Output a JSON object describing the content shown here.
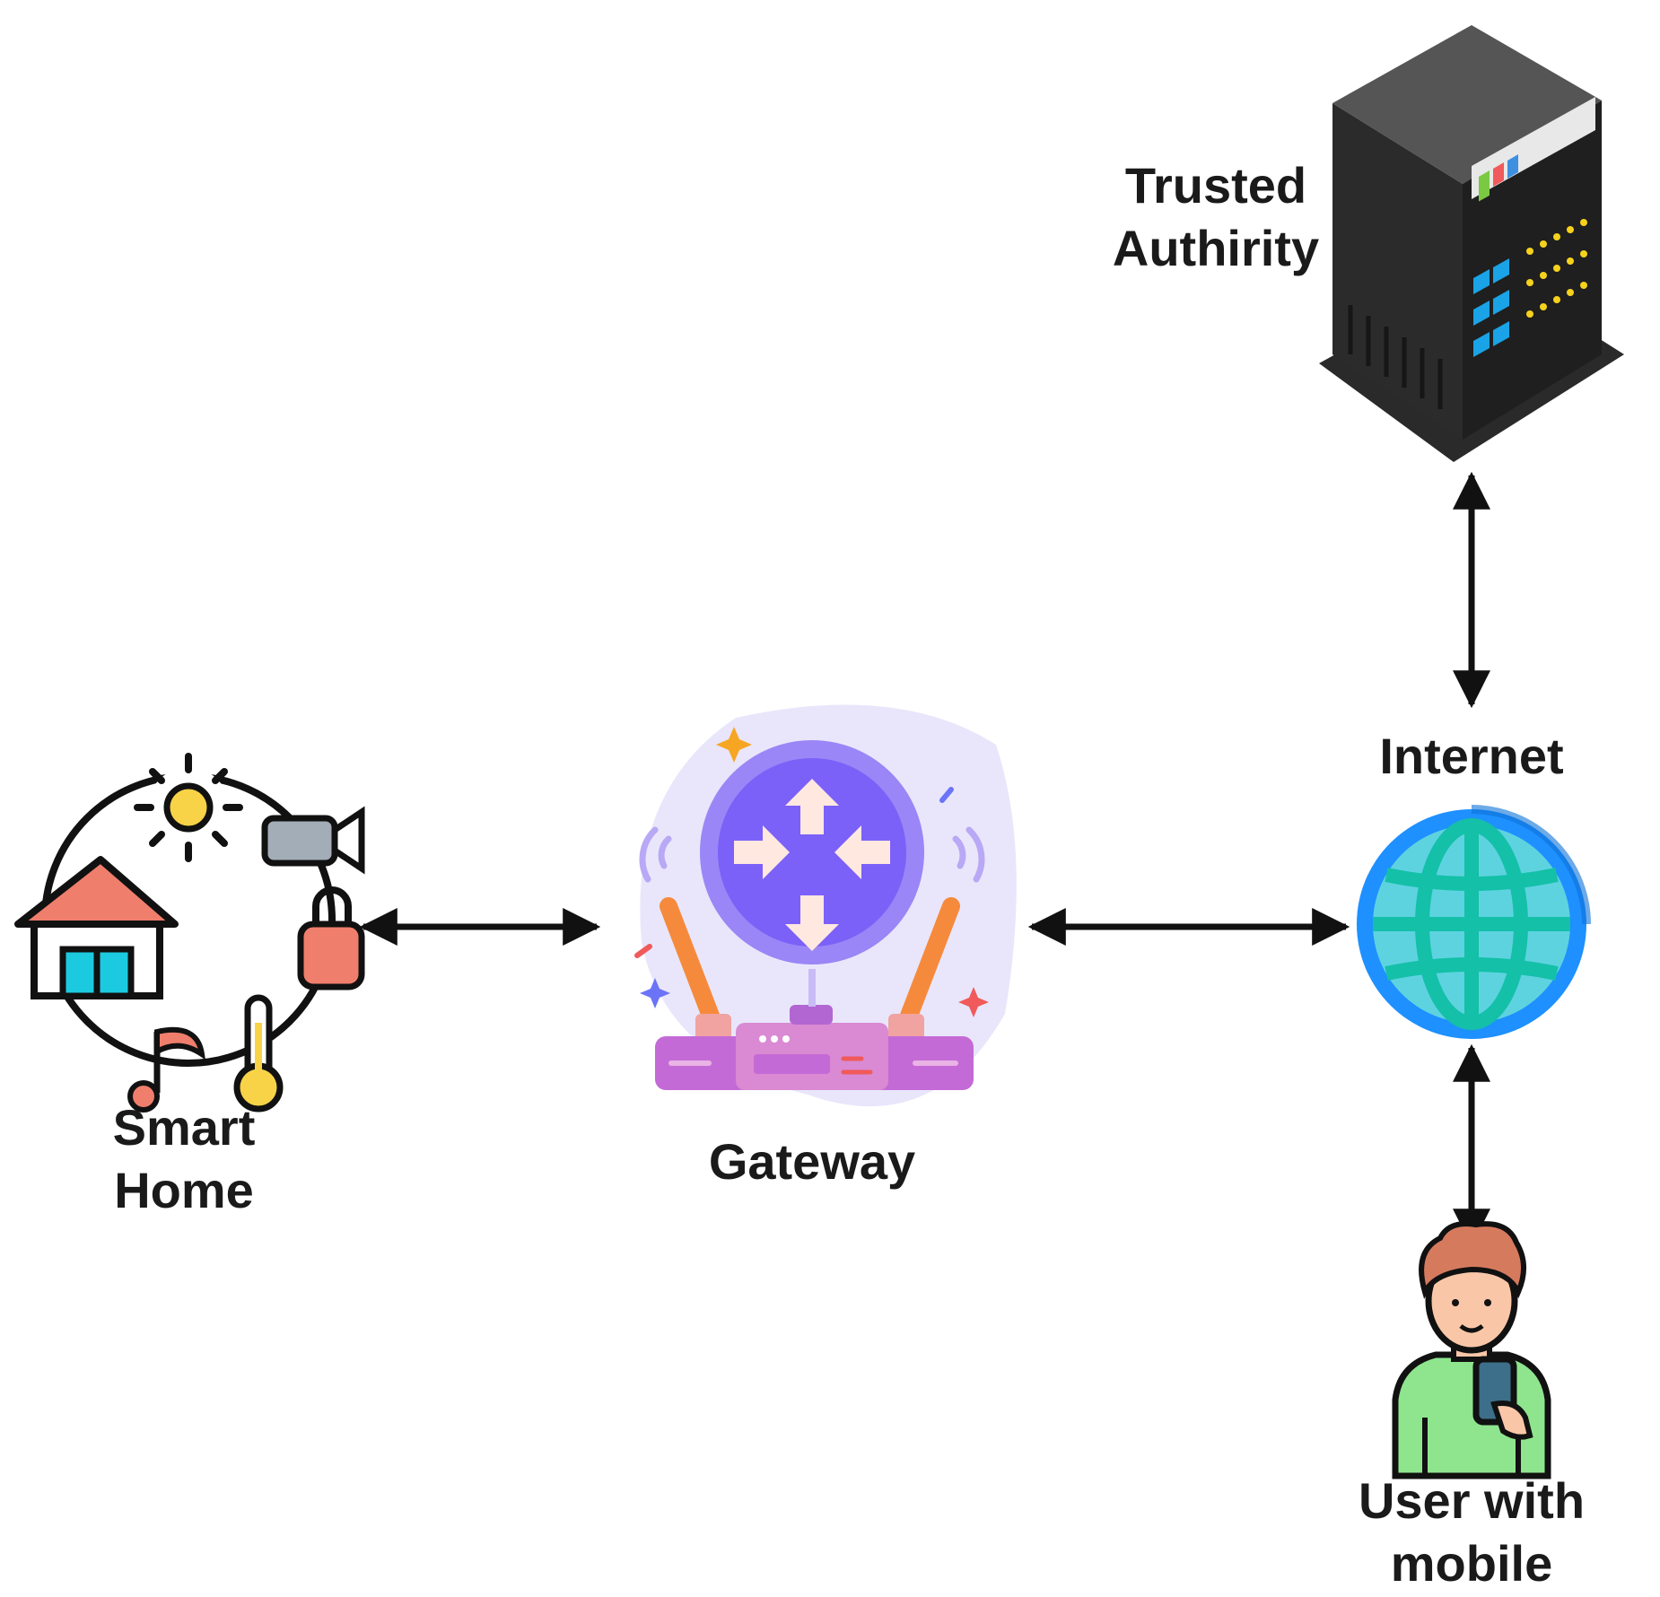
{
  "nodes": {
    "trusted_authority": {
      "lines": [
        "Trusted",
        "Authirity"
      ],
      "icon": "server-icon"
    },
    "internet": {
      "lines": [
        "Internet"
      ],
      "icon": "globe-icon"
    },
    "gateway": {
      "lines": [
        "Gateway"
      ],
      "icon": "router-icon"
    },
    "smart_home": {
      "lines": [
        "Smart",
        "Home"
      ],
      "icon": "smart-home-icon"
    },
    "user": {
      "lines": [
        "User with",
        "mobile"
      ],
      "icon": "user-with-phone-icon"
    }
  },
  "edges": [
    {
      "from": "smart_home",
      "to": "gateway",
      "direction": "bidirectional"
    },
    {
      "from": "gateway",
      "to": "internet",
      "direction": "bidirectional"
    },
    {
      "from": "internet",
      "to": "trusted_authority",
      "direction": "bidirectional"
    },
    {
      "from": "internet",
      "to": "user",
      "direction": "bidirectional"
    }
  ],
  "colors": {
    "arrow": "#111111",
    "globe_ring": "#1e90ff",
    "globe_fill": "#5ed3e0",
    "globe_lines": "#14c0a8",
    "router_circle": "#7b61f8",
    "router_base": "#c46ad6",
    "router_antenna": "#f68a3c",
    "server_body": "#2f2f2f",
    "house_roof": "#f07e6c",
    "house_window": "#1ccae0",
    "user_shirt": "#8ee58e",
    "user_hair": "#d67a5e"
  }
}
